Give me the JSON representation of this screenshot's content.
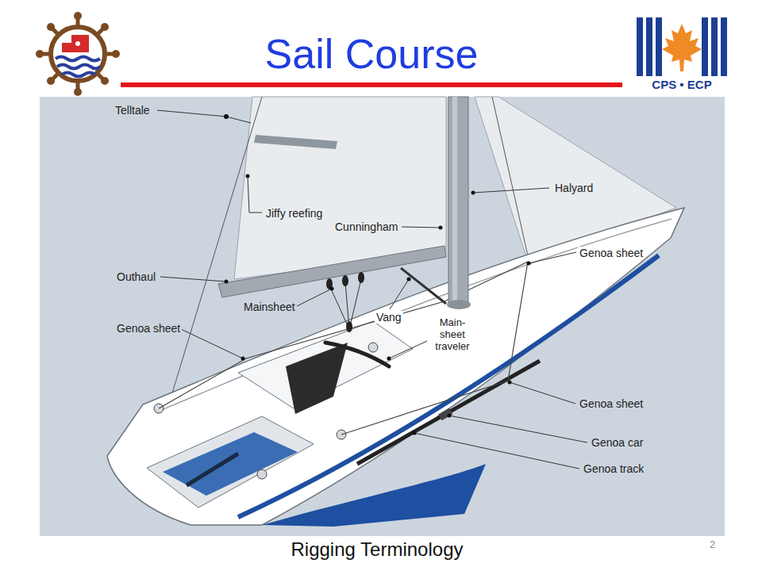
{
  "diagram": {
    "title": "Sail Course",
    "caption": "Rigging Terminology",
    "labels": [
      "CPS • ECP",
      "Telltale",
      "Halyard",
      "Jiffy reefing",
      "Cunningham",
      "Genoa sheet",
      "Outhaul",
      "Mainsheet",
      "Vang",
      "Main-sheet traveler",
      "Genoa sheet",
      "Genoa sheet",
      "Genoa car",
      "Genoa track",
      "2"
    ]
  }
}
